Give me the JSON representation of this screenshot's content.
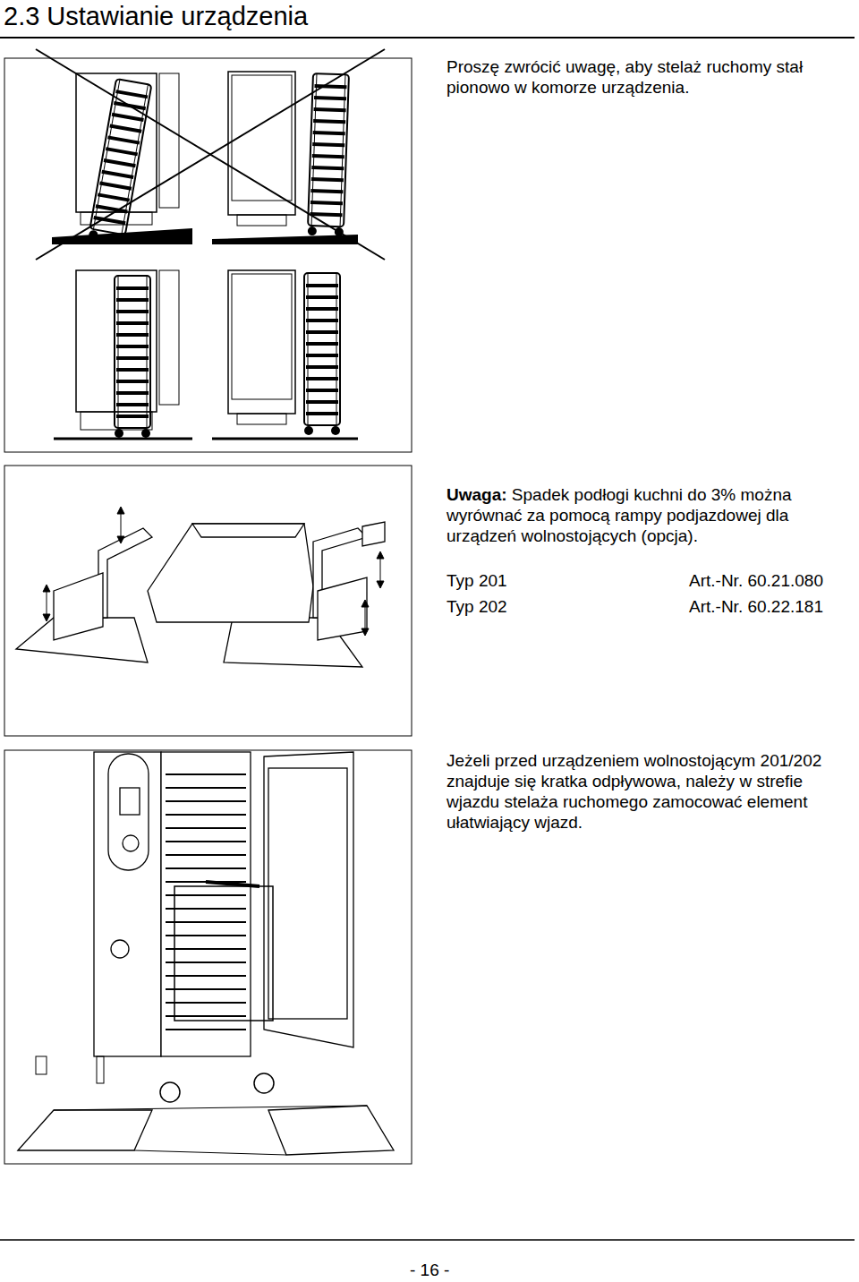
{
  "diagram": {
    "title": "2.3 Ustawianie urządzenia",
    "labels": [
      "Proszę zwrócić uwagę, aby stelaż ruchomy stał pionowo w komorze urządzenia.",
      "Uwaga:",
      "Spadek podłogi kuchni do 3% można wyrównać za pomocą rampy podjazdowej dla urządzeń wolnostojących (opcja).",
      "Typ 201",
      "Art.-Nr. 60.21.080",
      "Typ 202",
      "Art.-Nr. 60.22.181",
      "Jeżeli przed urządzeniem wolnostojącym 201/202 znajduje się kratka odpływowa, należy w strefie wjazdu stelaża ruchomego zamocować element ułatwiający wjazd.",
      "- 16 -"
    ]
  }
}
